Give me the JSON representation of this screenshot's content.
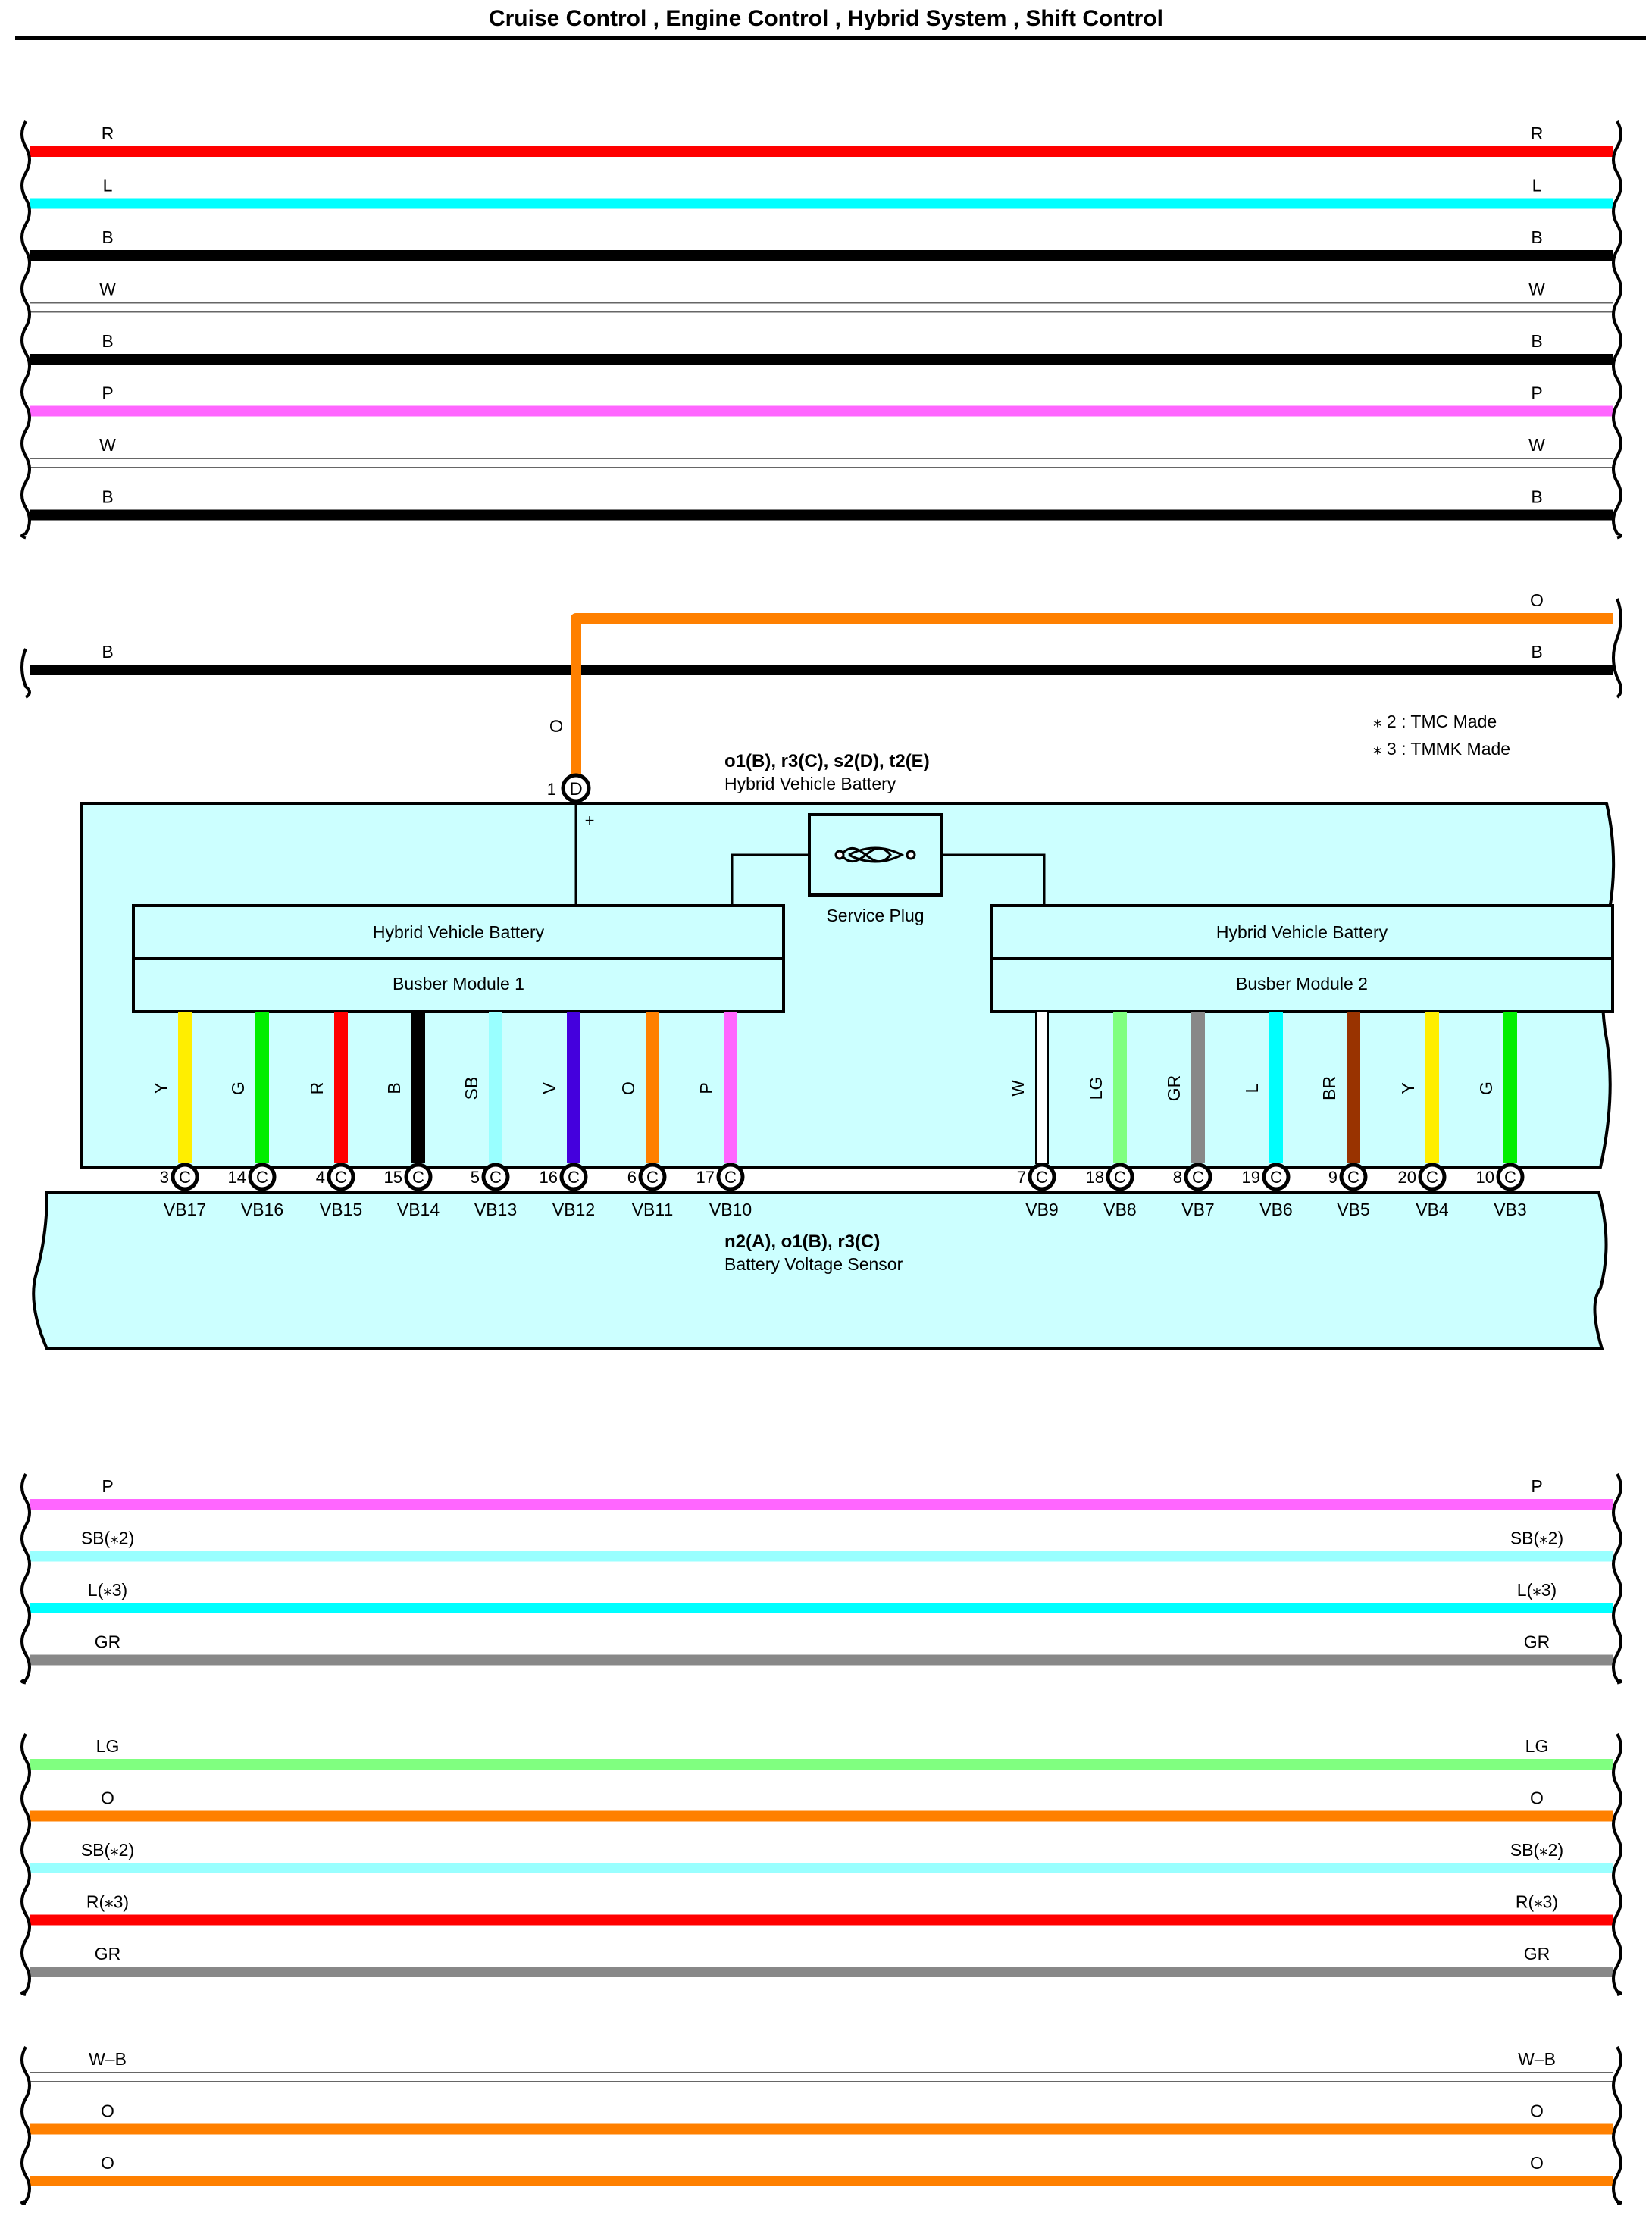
{
  "header": {
    "title": "Cruise Control , Engine Control , Hybrid System , Shift Control"
  },
  "colors": {
    "R": "#ff0000",
    "L": "#00ffff",
    "B": "#000000",
    "W": "#ffffff",
    "P": "#ff66ff",
    "O": "#ff8000",
    "Y": "#ffee00",
    "G": "#00ee00",
    "V": "#4400dd",
    "SB": "#99ffff",
    "LG": "#80ff80",
    "GR": "#888888",
    "BR": "#993300",
    "module_fill": "#ccffff"
  },
  "wire_groups": [
    {
      "name": "group1",
      "wires": [
        {
          "color": "R",
          "label": "R"
        },
        {
          "color": "L",
          "label": "L"
        },
        {
          "color": "B",
          "label": "B"
        },
        {
          "color": "W",
          "label": "W"
        },
        {
          "color": "B",
          "label": "B"
        },
        {
          "color": "P",
          "label": "P"
        },
        {
          "color": "W",
          "label": "W"
        },
        {
          "color": "B",
          "label": "B"
        }
      ]
    },
    {
      "name": "group3",
      "wires": [
        {
          "color": "P",
          "label": "P"
        },
        {
          "color": "SB",
          "label": "SB(⁎2)"
        },
        {
          "color": "L",
          "label": "L(⁎3)"
        },
        {
          "color": "GR",
          "label": "GR"
        }
      ]
    },
    {
      "name": "group4",
      "wires": [
        {
          "color": "LG",
          "label": "LG"
        },
        {
          "color": "O",
          "label": "O"
        },
        {
          "color": "SB",
          "label": "SB(⁎2)"
        },
        {
          "color": "R",
          "label": "R(⁎3)"
        },
        {
          "color": "GR",
          "label": "GR"
        }
      ]
    },
    {
      "name": "group5",
      "wires": [
        {
          "color": "W",
          "label": "W–B"
        },
        {
          "color": "O",
          "label": "O"
        },
        {
          "color": "O",
          "label": "O"
        }
      ]
    }
  ],
  "battery_group": {
    "b_wire": {
      "color": "B",
      "label": "B"
    },
    "o_wire": {
      "color": "O",
      "label": "O",
      "right_label": "O"
    },
    "o_vertical_label": "O",
    "plus_terminal": {
      "pin": "1",
      "connector": "D",
      "sign": "+"
    }
  },
  "notes": [
    "⁎ 2 : TMC Made",
    "⁎ 3 : TMMK Made"
  ],
  "battery": {
    "code": "o1(B), r3(C), s2(D), t2(E)",
    "name": "Hybrid Vehicle Battery",
    "service_plug": "Service Plug",
    "module1": {
      "title": "Hybrid Vehicle Battery",
      "name": "Busber Module 1"
    },
    "module2": {
      "title": "Hybrid Vehicle Battery",
      "name": "Busber Module 2"
    }
  },
  "sensor": {
    "code": "n2(A), o1(B), r3(C)",
    "name": "Battery Voltage Sensor"
  },
  "terminals": [
    {
      "color": "Y",
      "wire": "Y",
      "pin": "3",
      "connector": "C",
      "signal": "VB17"
    },
    {
      "color": "G",
      "wire": "G",
      "pin": "14",
      "connector": "C",
      "signal": "VB16"
    },
    {
      "color": "R",
      "wire": "R",
      "pin": "4",
      "connector": "C",
      "signal": "VB15"
    },
    {
      "color": "B",
      "wire": "B",
      "pin": "15",
      "connector": "C",
      "signal": "VB14"
    },
    {
      "color": "SB",
      "wire": "SB",
      "pin": "5",
      "connector": "C",
      "signal": "VB13"
    },
    {
      "color": "V",
      "wire": "V",
      "pin": "16",
      "connector": "C",
      "signal": "VB12"
    },
    {
      "color": "O",
      "wire": "O",
      "pin": "6",
      "connector": "C",
      "signal": "VB11"
    },
    {
      "color": "P",
      "wire": "P",
      "pin": "17",
      "connector": "C",
      "signal": "VB10"
    },
    {
      "color": "W",
      "wire": "W",
      "pin": "7",
      "connector": "C",
      "signal": "VB9"
    },
    {
      "color": "LG",
      "wire": "LG",
      "pin": "18",
      "connector": "C",
      "signal": "VB8"
    },
    {
      "color": "GR",
      "wire": "GR",
      "pin": "8",
      "connector": "C",
      "signal": "VB7"
    },
    {
      "color": "L",
      "wire": "L",
      "pin": "19",
      "connector": "C",
      "signal": "VB6"
    },
    {
      "color": "BR",
      "wire": "BR",
      "pin": "9",
      "connector": "C",
      "signal": "VB5"
    },
    {
      "color": "Y",
      "wire": "Y",
      "pin": "20",
      "connector": "C",
      "signal": "VB4"
    },
    {
      "color": "G",
      "wire": "G",
      "pin": "10",
      "connector": "C",
      "signal": "VB3"
    }
  ]
}
